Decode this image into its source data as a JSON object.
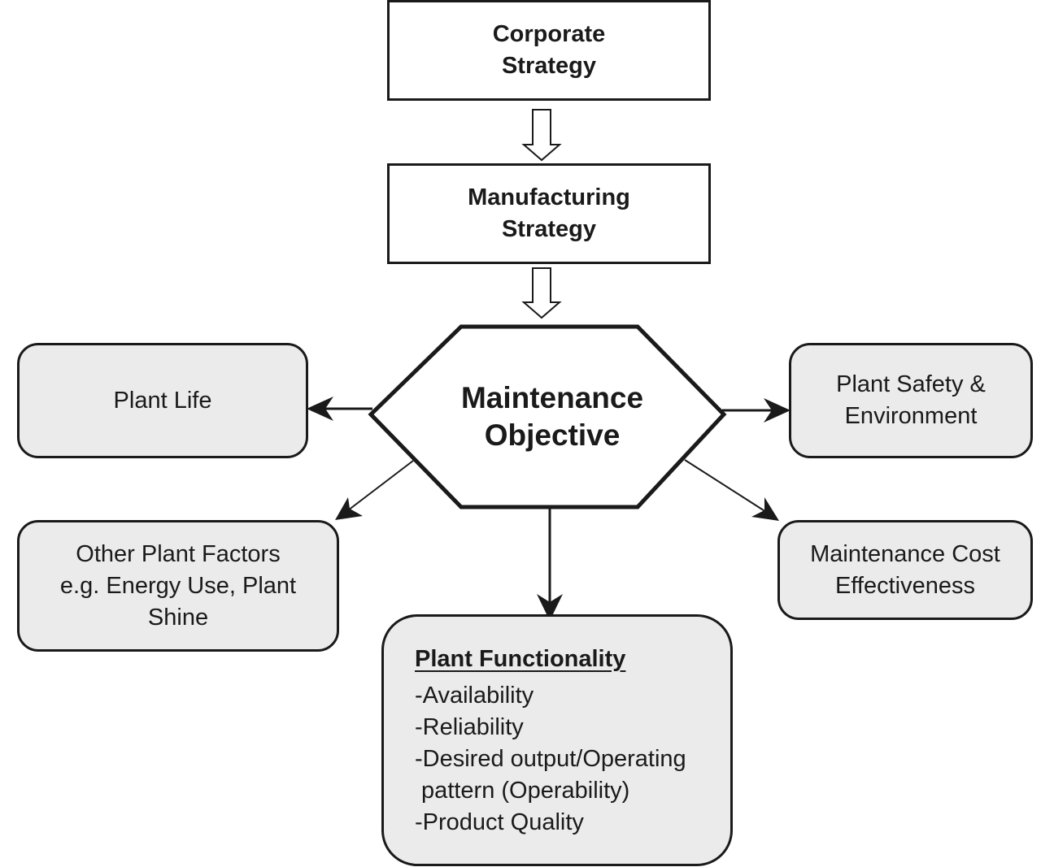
{
  "corporate_strategy": {
    "line1": "Corporate",
    "line2": "Strategy"
  },
  "manufacturing_strategy": {
    "line1": "Manufacturing",
    "line2": "Strategy"
  },
  "maintenance_objective": {
    "line1": "Maintenance",
    "line2": "Objective"
  },
  "plant_life": {
    "label": "Plant Life"
  },
  "plant_safety": {
    "line1": "Plant Safety &",
    "line2": "Environment"
  },
  "other_factors": {
    "line1": "Other Plant Factors",
    "line2": "e.g. Energy Use, Plant",
    "line3": "Shine"
  },
  "maintenance_cost": {
    "line1": "Maintenance Cost",
    "line2": "Effectiveness"
  },
  "plant_functionality": {
    "title": "Plant Functionality",
    "items": [
      "-Availability",
      "-Reliability",
      "-Desired output/Operating",
      " pattern (Operability)",
      "-Product Quality"
    ]
  },
  "colors": {
    "stroke": "#1a1a1a",
    "box_fill": "#ebebeb",
    "background": "#ffffff"
  }
}
